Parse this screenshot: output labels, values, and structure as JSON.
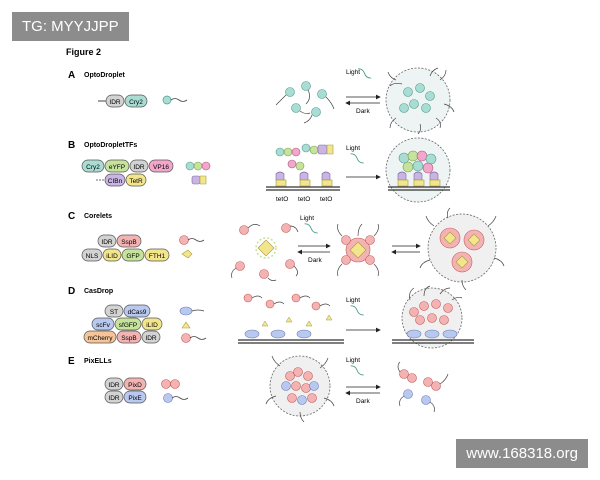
{
  "watermark_top": "TG: MYYJJPP",
  "watermark_bottom": "www.168318.org",
  "figure_title": "Figure 2",
  "labels": {
    "light": "Light",
    "dark": "Dark"
  },
  "panels": {
    "A": {
      "letter": "A",
      "title": "OptoDroplet",
      "parts": [
        "IDR",
        "Cry2"
      ]
    },
    "B": {
      "letter": "B",
      "title": "OptoDropletTFs",
      "parts_top": [
        "Cry2",
        "eYFP",
        "IDR",
        "VP16"
      ],
      "parts_bottom": [
        "CIBn",
        "TetR"
      ],
      "operators": [
        "tetO",
        "tetO",
        "tetO"
      ]
    },
    "C": {
      "letter": "C",
      "title": "Corelets",
      "parts_top": [
        "IDR",
        "SspB"
      ],
      "parts_bottom": [
        "NLS",
        "iLID",
        "GFP",
        "FTH1"
      ]
    },
    "D": {
      "letter": "D",
      "title": "CasDrop",
      "row1": [
        "ST",
        "dCas9"
      ],
      "row2": [
        "scFv",
        "sfGFP",
        "iLID"
      ],
      "row3": [
        "mCherry",
        "SspB",
        "IDR"
      ]
    },
    "E": {
      "letter": "E",
      "title": "PixELLs",
      "row1": [
        "IDR",
        "PixD"
      ],
      "row2": [
        "IDR",
        "PixE"
      ]
    }
  },
  "colors": {
    "teal": "#a9ddd3",
    "teal_dark": "#4f9c8c",
    "gray": "#d3d3d3",
    "pink": "#f4b3b3",
    "red_dark": "#c55a5a",
    "green": "#c6e39b",
    "yellow": "#f3e58b",
    "purple": "#c8b5e3",
    "blue": "#b8c8ee",
    "orange": "#f7c497",
    "magenta": "#f2a6c9"
  }
}
